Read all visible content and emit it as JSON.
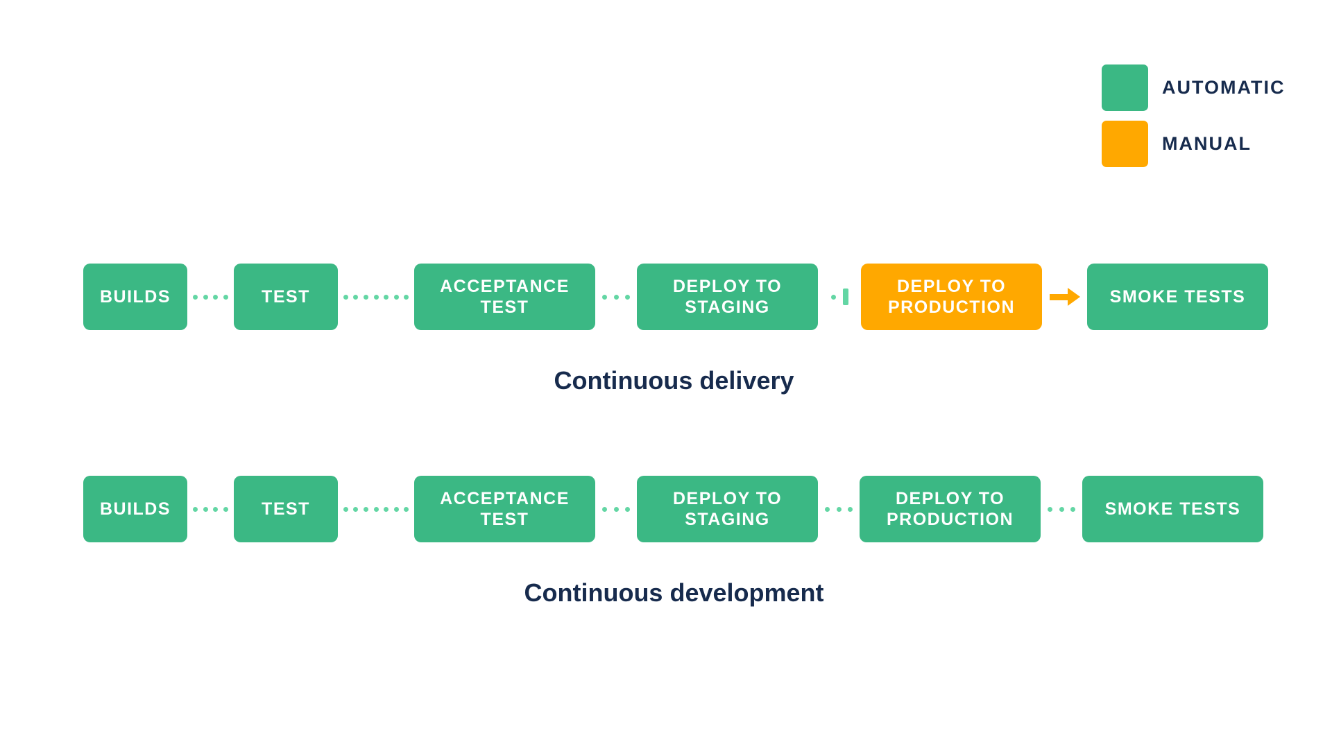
{
  "colors": {
    "green": "#3BB884",
    "lightGreen": "#63D6A4",
    "orange": "#FFA800",
    "navy": "#172B4D",
    "white": "#FFFFFF"
  },
  "legend": {
    "items": [
      {
        "label": "AUTOMATIC",
        "type": "automatic",
        "color": "#3BB884"
      },
      {
        "label": "MANUAL",
        "type": "manual",
        "color": "#FFA800"
      }
    ]
  },
  "rows": [
    {
      "caption": "Continuous delivery",
      "boxes": [
        {
          "label": "BUILDS",
          "type": "automatic"
        },
        {
          "label": "TEST",
          "type": "automatic"
        },
        {
          "label": "ACCEPTANCE TEST",
          "type": "automatic"
        },
        {
          "label": "DEPLOY TO STAGING",
          "type": "automatic"
        },
        {
          "label": "DEPLOY TO PRODUCTION",
          "type": "manual"
        },
        {
          "label": "SMOKE TESTS",
          "type": "automatic"
        }
      ],
      "connectors": [
        "dotted",
        "dotted",
        "dotted",
        "dot-with-pause-gate",
        "manual-arrow"
      ]
    },
    {
      "caption": "Continuous development",
      "boxes": [
        {
          "label": "BUILDS",
          "type": "automatic"
        },
        {
          "label": "TEST",
          "type": "automatic"
        },
        {
          "label": "ACCEPTANCE TEST",
          "type": "automatic"
        },
        {
          "label": "DEPLOY TO STAGING",
          "type": "automatic"
        },
        {
          "label": "DEPLOY TO PRODUCTION",
          "type": "automatic"
        },
        {
          "label": "SMOKE TESTS",
          "type": "automatic"
        }
      ],
      "connectors": [
        "dotted",
        "dotted",
        "dotted",
        "dotted",
        "dotted"
      ]
    }
  ]
}
